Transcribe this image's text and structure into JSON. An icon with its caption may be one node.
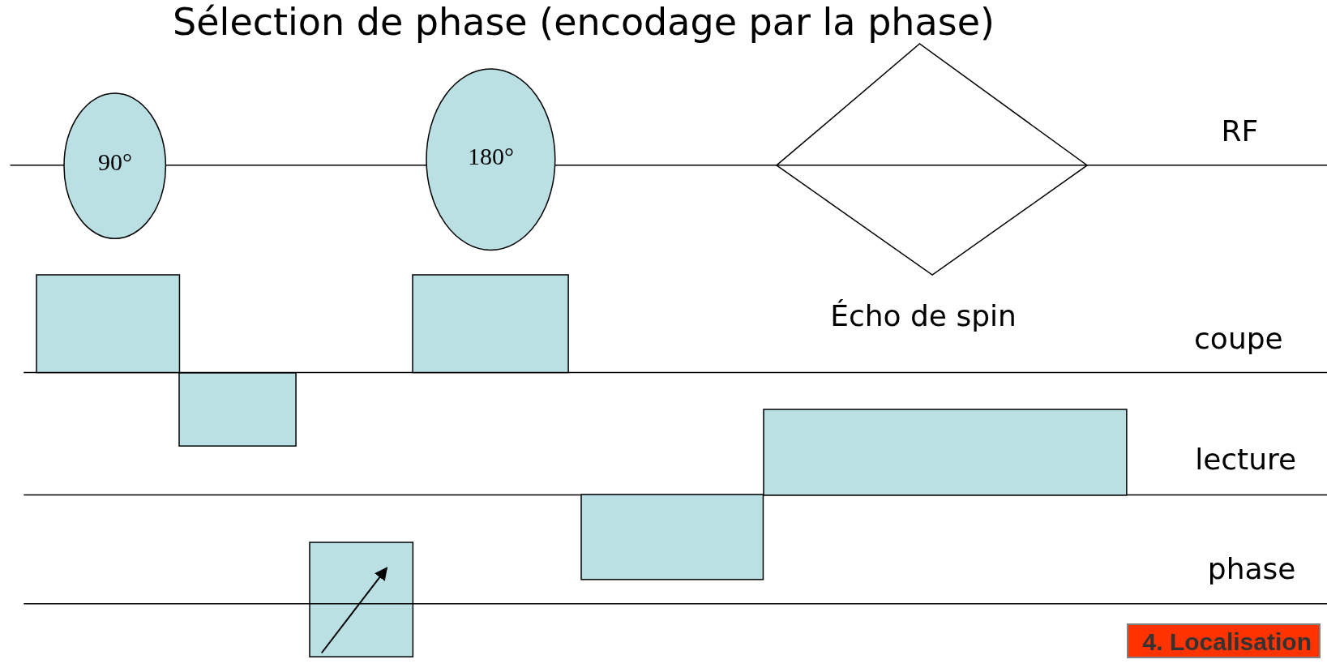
{
  "diagram": {
    "title": "Sélection de phase (encodage par la phase)",
    "nodes": [
      {
        "text": [
          "90°"
        ]
      },
      {
        "text": [
          "180°"
        ]
      },
      {
        "text": [],
        "shape": "diamond",
        "beside": [
          "Écho de spin"
        ]
      },
      {
        "text": [],
        "shape": "box"
      },
      {
        "text": [],
        "shape": "box"
      },
      {
        "text": [],
        "shape": "box"
      },
      {
        "text": [],
        "shape": "box"
      },
      {
        "text": [],
        "shape": "box"
      },
      {
        "text": [],
        "shape": "box"
      },
      {
        "text": [
          "4. Localisation"
        ]
      }
    ],
    "labels": [
      "RF",
      "coupe",
      "lecture",
      "phase"
    ]
  }
}
